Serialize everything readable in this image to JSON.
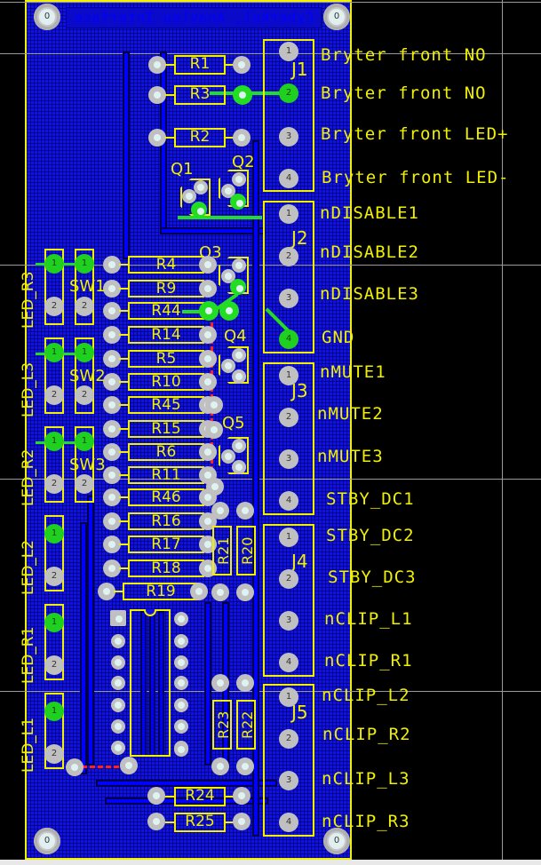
{
  "board": {
    "title_mirrored": "Cyberkul, Anavleu Interface",
    "colors": {
      "copper": "#1010e8",
      "silk": "#f0f000",
      "pad": "#c0c0c0",
      "net_highlight": "#22dd22",
      "ratsnest": "#ff2020"
    },
    "mount_holes": [
      "0",
      "0",
      "0",
      "0"
    ]
  },
  "connectors": [
    {
      "ref": "J1",
      "pins": [
        "1",
        "2",
        "3",
        "4"
      ],
      "nets": [
        "Bryter front NO",
        "Bryter front NO",
        "Bryter front LED+",
        "Bryter front LED-"
      ]
    },
    {
      "ref": "J2",
      "pins": [
        "1",
        "2",
        "3",
        "4"
      ],
      "nets": [
        "nDISABLE1",
        "nDISABLE2",
        "nDISABLE3",
        "GND"
      ]
    },
    {
      "ref": "J3",
      "pins": [
        "1",
        "2",
        "3",
        "4"
      ],
      "nets": [
        "nMUTE1",
        "nMUTE2",
        "nMUTE3",
        "STBY_DC1"
      ]
    },
    {
      "ref": "J4",
      "pins": [
        "1",
        "2",
        "3",
        "4"
      ],
      "nets": [
        "STBY_DC2",
        "STBY_DC3",
        "nCLIP_L1",
        "nCLIP_R1"
      ]
    },
    {
      "ref": "J5",
      "pins": [
        "1",
        "2",
        "3",
        "4"
      ],
      "nets": [
        "nCLIP_L2",
        "nCLIP_R2",
        "nCLIP_L3",
        "nCLIP_R3"
      ]
    }
  ],
  "resistors_top": [
    "R1",
    "R3",
    "R2"
  ],
  "resistors_column": [
    "R4",
    "R9",
    "R44",
    "R14",
    "R5",
    "R10",
    "R45",
    "R15",
    "R6",
    "R11",
    "R46",
    "R16",
    "R17",
    "R18",
    "R19"
  ],
  "resistors_vertical": [
    "R21",
    "R20",
    "R23",
    "R22"
  ],
  "resistors_bottom": [
    "R24",
    "R25"
  ],
  "transistors": [
    "Q1",
    "Q2",
    "Q3",
    "Q4",
    "Q5"
  ],
  "switches": [
    "SW1",
    "SW2",
    "SW3"
  ],
  "led_labels": [
    "LED_R3",
    "LED_L3",
    "LED_R2",
    "LED_L2",
    "LED_R1",
    "LED_L1"
  ],
  "pin_labels": {
    "one": "1",
    "two": "2"
  }
}
